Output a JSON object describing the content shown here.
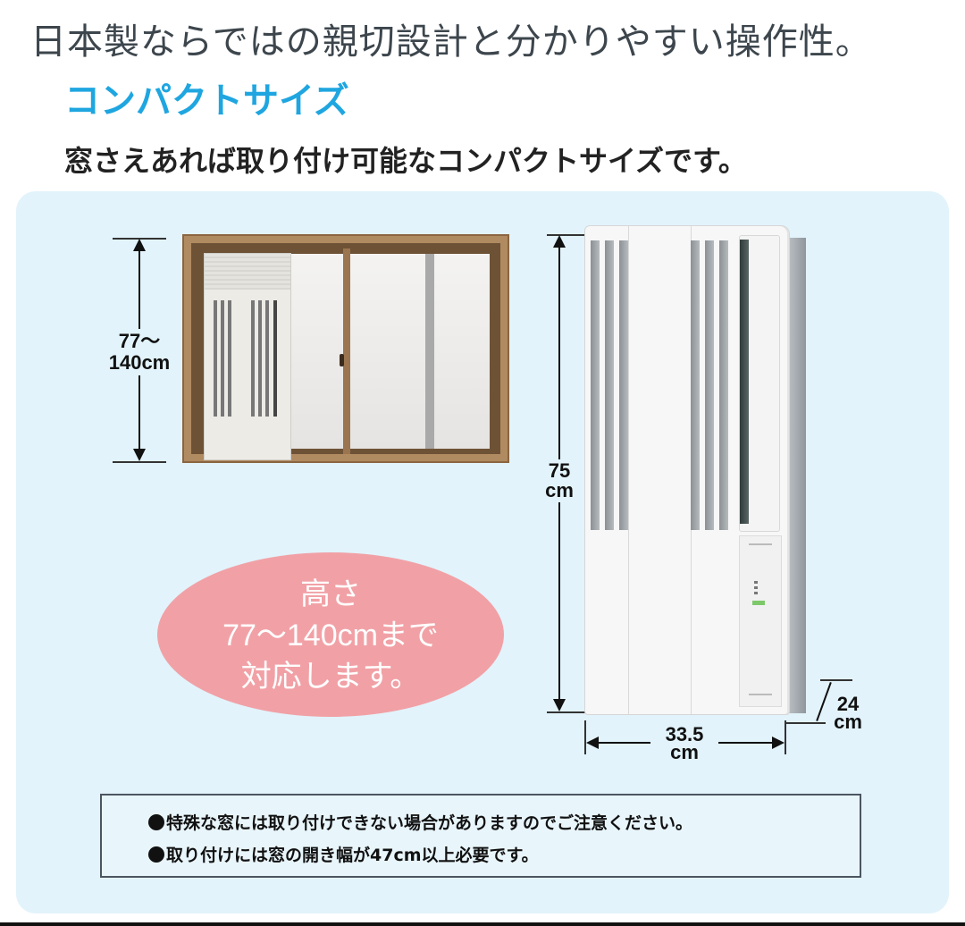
{
  "header": {
    "headline": "日本製ならではの親切設計と分かりやすい操作性。",
    "subhead": "コンパクトサイズ",
    "lead": "窓さえあれば取り付け可能なコンパクトサイズです。"
  },
  "window_diagram": {
    "height_label_line1": "77～",
    "height_label_line2": "140cm"
  },
  "ac_unit": {
    "height_value": "75",
    "height_unit": "cm",
    "width_value": "33.5",
    "width_unit": "cm",
    "depth_value": "24",
    "depth_unit": "cm"
  },
  "bubble": {
    "line1": "高さ",
    "line2": "77～140cmまで",
    "line3": "対応します。"
  },
  "notes": {
    "items": [
      "特殊な窓には取り付けできない場合がありますのでご注意ください。",
      "取り付けには窓の開き幅が47cm以上必要です。"
    ]
  },
  "colors": {
    "accent": "#1fa6e0",
    "panel_bg": "#e2f3fb",
    "bubble": "#f1a1a6",
    "window_frame": "#b08a60"
  }
}
